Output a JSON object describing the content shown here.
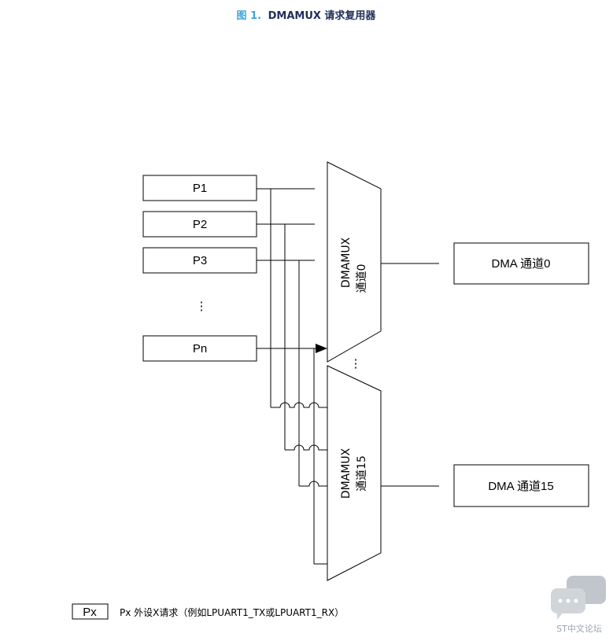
{
  "title": {
    "prefix": "图 1.",
    "text": "DMAMUX 请求复用器",
    "prefix_color": "#3aa6d8",
    "text_color": "#1f2f5a"
  },
  "peripherals": [
    {
      "label": "P1"
    },
    {
      "label": "P2"
    },
    {
      "label": "P3"
    },
    {
      "label": "Pn"
    }
  ],
  "peripheral_ellipsis": "⋮",
  "mux_ellipsis": "⋮",
  "muxes": [
    {
      "line1": "DMAMUX",
      "line2": "通道0"
    },
    {
      "line1": "DMAMUX",
      "line2": "通道15"
    }
  ],
  "dma_channels": [
    {
      "label": "DMA 通道0"
    },
    {
      "label": "DMA 通道15"
    }
  ],
  "legend": {
    "symbol": "Px",
    "text": "Px 外设X请求（例如LPUART1_TX或LPUART1_RX）"
  },
  "watermark": {
    "text": "ST中文论坛",
    "color": "#9aa3ad"
  }
}
